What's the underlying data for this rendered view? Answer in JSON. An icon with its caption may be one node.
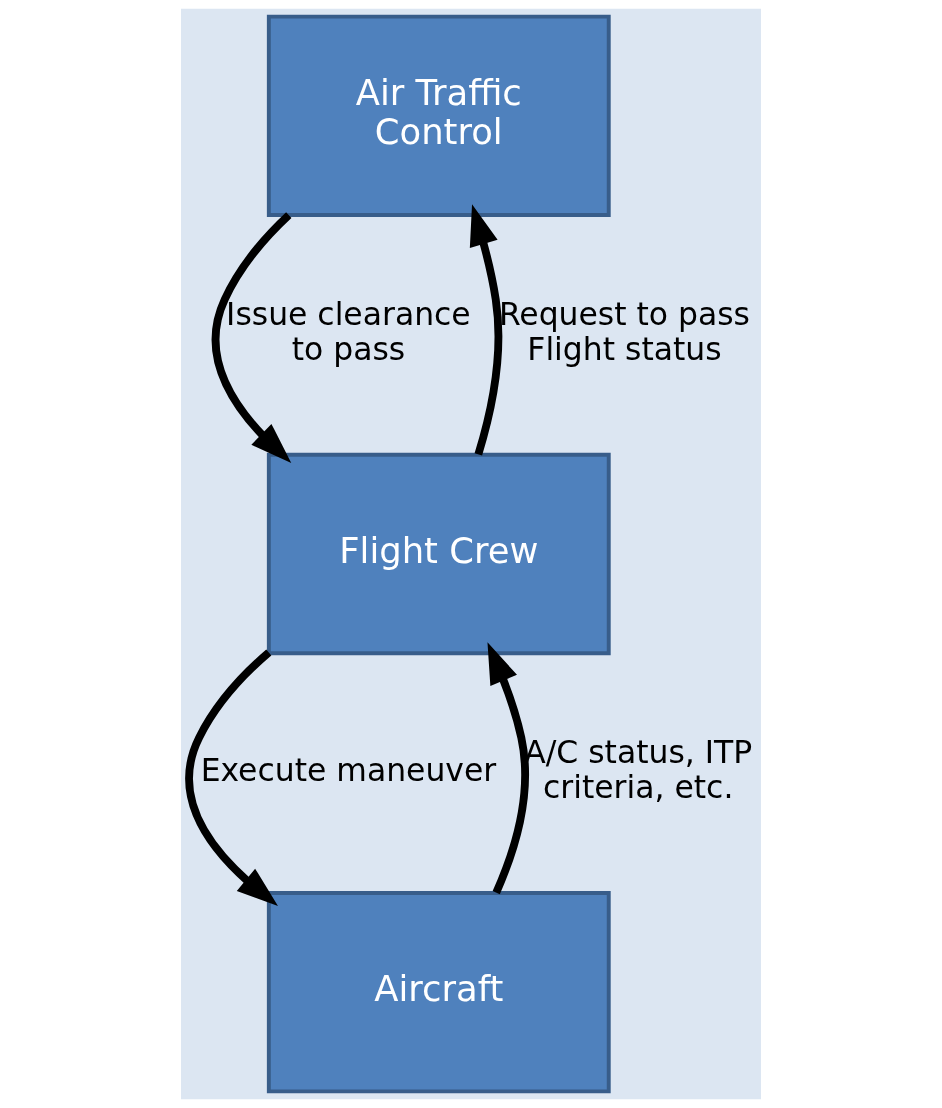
{
  "diagram": {
    "nodes": [
      {
        "text": [
          "Air Traffic Control"
        ]
      },
      {
        "text": [
          "Flight Crew"
        ]
      },
      {
        "text": [
          "Aircraft"
        ]
      }
    ],
    "edges": [
      {
        "from": 0,
        "to": 1,
        "arrow": "to",
        "label": "Issue clearance to pass"
      },
      {
        "from": 1,
        "to": 0,
        "arrow": "to",
        "label": "Request to pass Flight status"
      },
      {
        "from": 1,
        "to": 2,
        "arrow": "to",
        "label": "Execute maneuver"
      },
      {
        "from": 2,
        "to": 1,
        "arrow": "to",
        "label": "A/C status, ITP criteria, etc."
      }
    ]
  }
}
